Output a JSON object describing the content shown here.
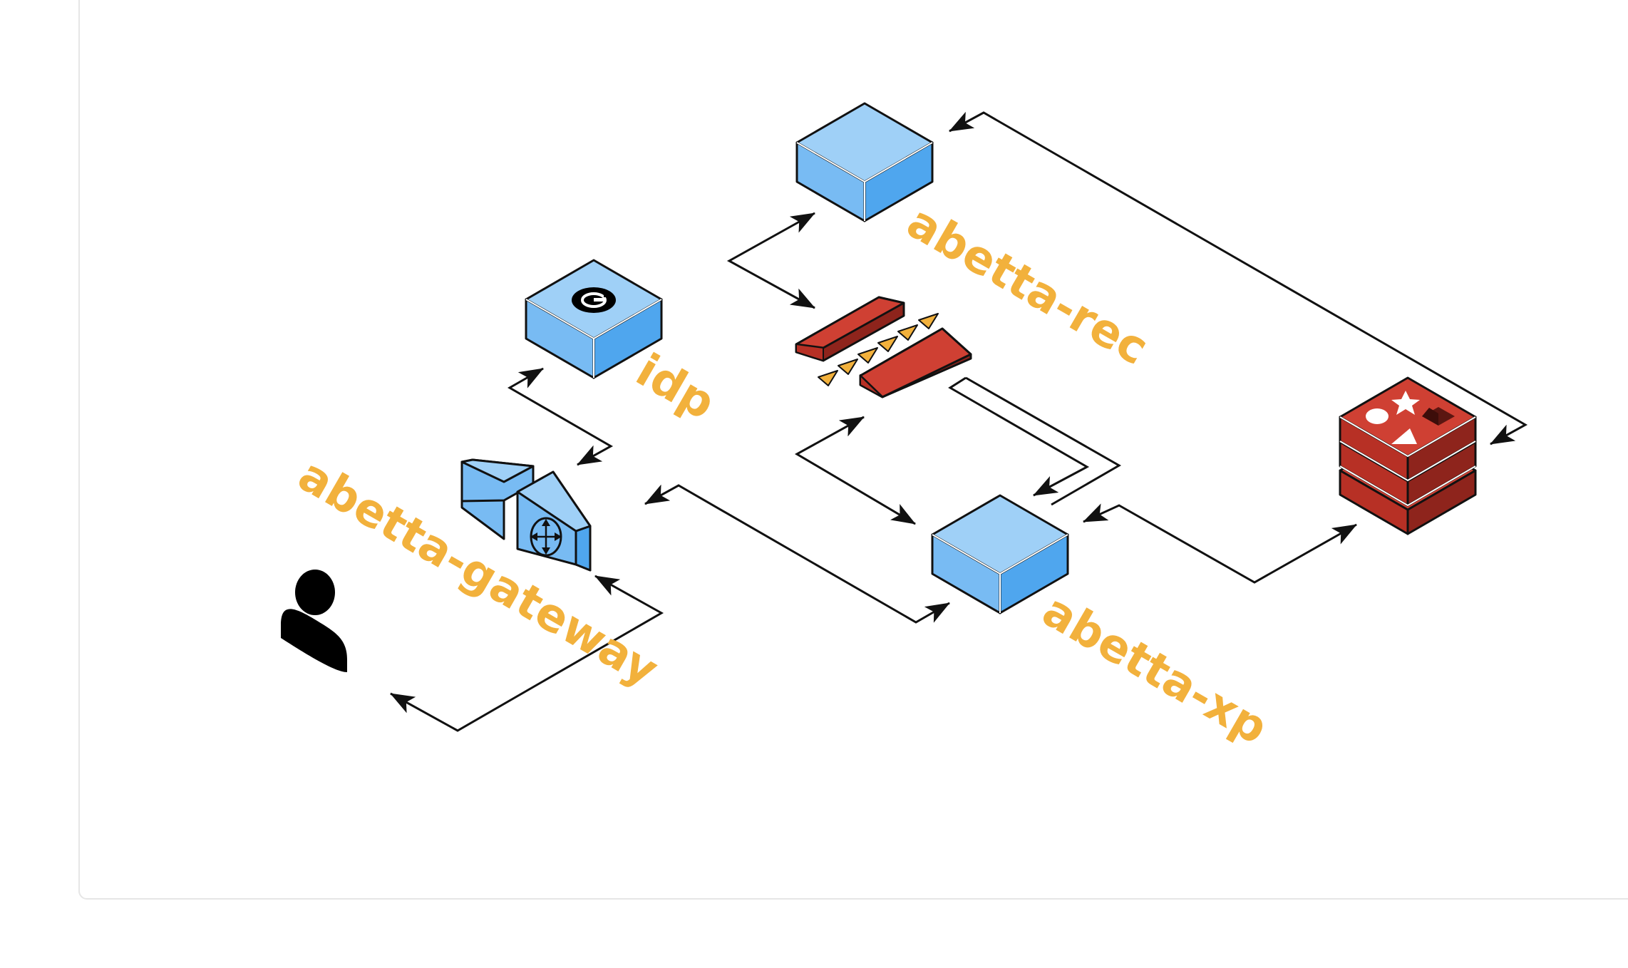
{
  "diagram": {
    "labels": {
      "rec": "abetta-rec",
      "idp": "idp",
      "gateway": "abetta-gateway",
      "xp": "abetta-xp"
    },
    "nodes": [
      {
        "id": "abetta-rec",
        "kind": "service-cube"
      },
      {
        "id": "idp",
        "kind": "service-cube",
        "badge": "G"
      },
      {
        "id": "abetta-gateway",
        "kind": "gateway"
      },
      {
        "id": "abetta-xp",
        "kind": "service-cube"
      },
      {
        "id": "queue",
        "kind": "message-queue"
      },
      {
        "id": "redis",
        "kind": "database-stack"
      },
      {
        "id": "user",
        "kind": "user"
      }
    ],
    "edges": [
      {
        "from": "user",
        "to": "abetta-gateway",
        "bidirectional": true
      },
      {
        "from": "abetta-gateway",
        "to": "idp",
        "bidirectional": true
      },
      {
        "from": "abetta-gateway",
        "to": "abetta-xp",
        "bidirectional": true
      },
      {
        "from": "abetta-rec",
        "to": "queue",
        "bidirectional": true
      },
      {
        "from": "queue",
        "to": "abetta-xp",
        "bidirectional": true
      },
      {
        "from": "queue",
        "to": "abetta-xp",
        "bidirectional": false
      },
      {
        "from": "abetta-xp",
        "to": "redis",
        "bidirectional": true
      },
      {
        "from": "abetta-rec",
        "to": "redis",
        "bidirectional": true
      }
    ],
    "colors": {
      "label": "#f2b13c",
      "cube_top": "#9fd0f7",
      "cube_left": "#78bbf3",
      "cube_right": "#4fa6ee",
      "red_top": "#cf4033",
      "red_front": "#b73025",
      "red_side": "#8e241c",
      "arrow": "#111111",
      "card_border": "#e6e6e6"
    },
    "icons": {
      "user": "user-icon",
      "gateway": "router-icon",
      "queue": "message-queue-icon",
      "redis": "redis-stack-icon",
      "idp_badge": "google-g-icon"
    }
  }
}
